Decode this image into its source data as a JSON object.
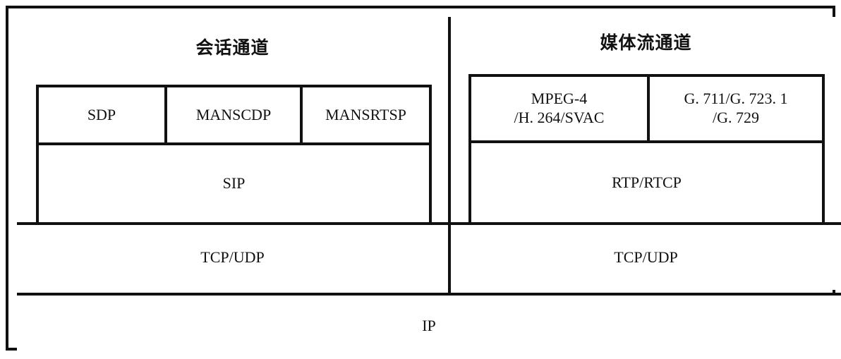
{
  "diagram": {
    "title_alt": "GB/T 28181 protocol stack",
    "colors": {
      "line": "#111111",
      "background": "#ffffff"
    },
    "columns": [
      {
        "id": "session-channel",
        "title": "会话通道",
        "protocol_row": [
          {
            "id": "sdp",
            "label": "SDP"
          },
          {
            "id": "manscdp",
            "label": "MANSCDP"
          },
          {
            "id": "mansrtsp",
            "label": "MANSRTSP"
          }
        ],
        "signalling_layer": {
          "id": "sip",
          "label": "SIP"
        },
        "transport_layer": {
          "id": "transport-left",
          "label": "TCP/UDP"
        }
      },
      {
        "id": "media-stream-channel",
        "title": "媒体流通道",
        "codec_row": [
          {
            "id": "video-codec",
            "line1": "MPEG-4",
            "line2": "/H. 264/SVAC"
          },
          {
            "id": "audio-codec",
            "line1": "G. 711/G. 723. 1",
            "line2": "/G. 729"
          }
        ],
        "media_transport_layer": {
          "id": "rtp-rtcp",
          "label": "RTP/RTCP"
        },
        "transport_layer": {
          "id": "transport-right",
          "label": "TCP/UDP"
        }
      }
    ],
    "network_layer": {
      "id": "ip",
      "label": "IP"
    }
  }
}
